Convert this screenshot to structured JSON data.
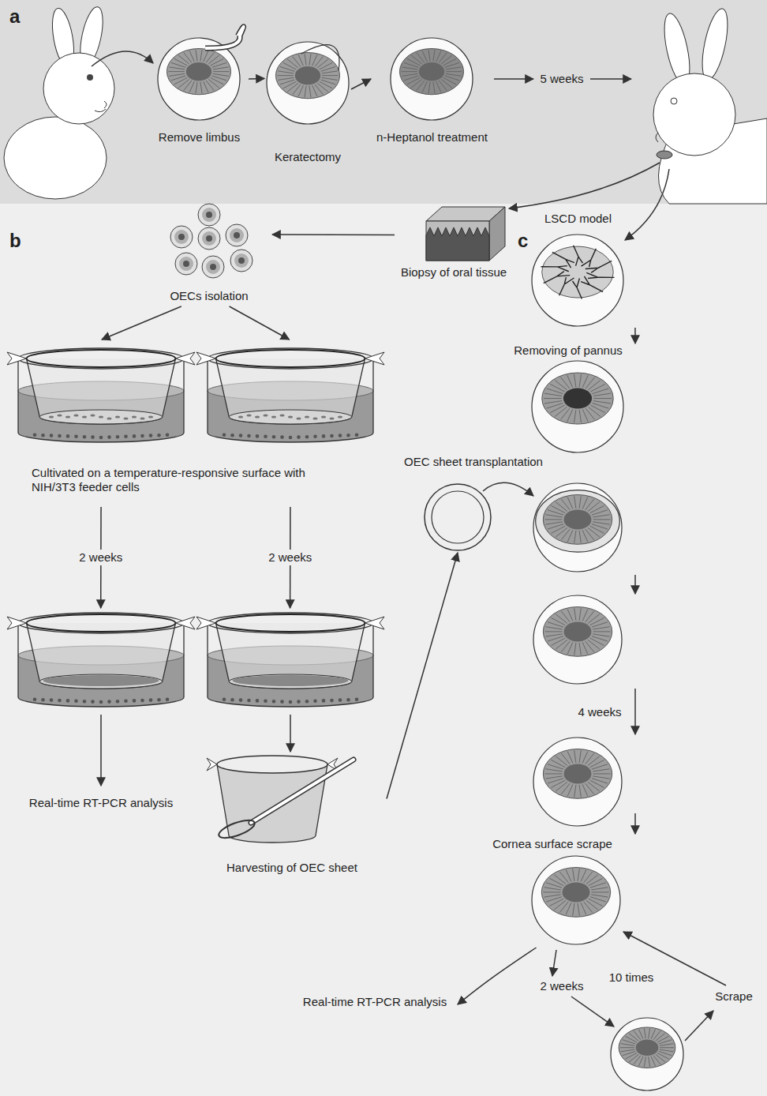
{
  "diagram": {
    "nodes": [
      {
        "text": [
          "Remove limbus"
        ]
      },
      {
        "text": [
          "Keratectomy"
        ]
      },
      {
        "text": [
          "n-Heptanol treatment"
        ]
      },
      {
        "text": [
          "LSCD model"
        ]
      },
      {
        "text": [
          "Biopsy of oral tissue"
        ]
      },
      {
        "text": [
          "OECs isolation"
        ]
      },
      {
        "text": [
          "Cultivated on a temperature-responsive surface with NIH/3T3 feeder cells"
        ]
      },
      {
        "text": [
          "Real-time RT-PCR analysis"
        ]
      },
      {
        "text": [
          "Harvesting of OEC sheet"
        ]
      },
      {
        "text": [
          "Removing of pannus"
        ]
      },
      {
        "text": [
          "OEC sheet transplantation"
        ]
      },
      {
        "text": [
          "Cornea surface scrape"
        ]
      },
      {
        "text": [
          "Real-time RT-PCR analysis"
        ]
      }
    ],
    "edges": [
      {
        "from": 0,
        "to": 1,
        "arrow": "to"
      },
      {
        "from": 1,
        "to": 2,
        "arrow": "to"
      },
      {
        "from": 4,
        "to": 5,
        "arrow": "to"
      },
      {
        "from": 5,
        "to": 6,
        "arrow": "to"
      },
      {
        "from": 5,
        "to": 6,
        "arrow": "to"
      },
      {
        "from": 6,
        "to": 7,
        "label": "2 weeks",
        "arrow": "to"
      },
      {
        "from": 6,
        "to": 8,
        "label": "2 weeks",
        "arrow": "to"
      },
      {
        "from": 8,
        "to": 10,
        "arrow": "to"
      },
      {
        "from": 3,
        "to": 9,
        "arrow": "to"
      },
      {
        "from": 11,
        "to": 12,
        "arrow": "to"
      }
    ],
    "labels": [
      "a",
      "5 weeks",
      "b",
      "c",
      "4 weeks",
      "2 weeks",
      "10 times",
      "Scrape"
    ]
  }
}
